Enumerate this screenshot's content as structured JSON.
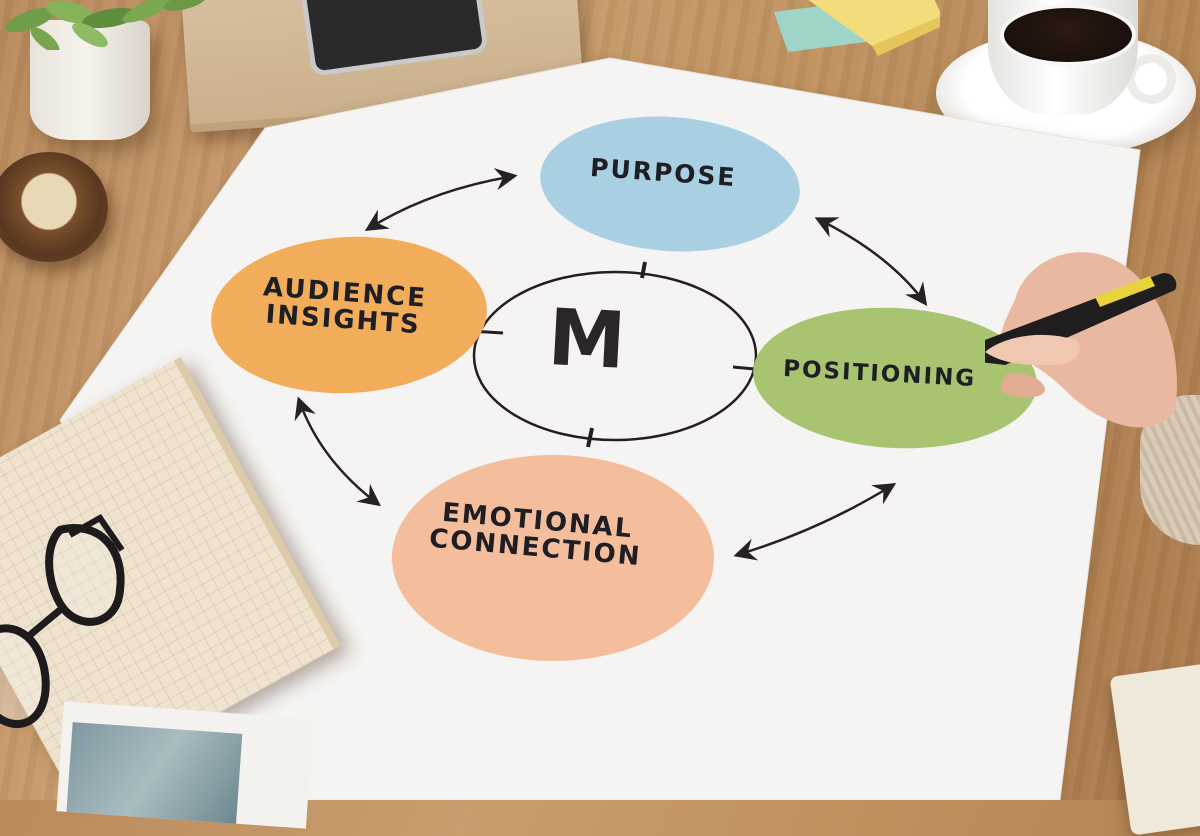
{
  "scene": {
    "description": "Marketing strategy diagram drawn on a large paper sheet on a wooden desk",
    "colors": {
      "desk": "#c49767",
      "paper": "#f5f4f2",
      "purpose": "#a9cfe3",
      "audience": "#f2ad5a",
      "positioning": "#a8c470",
      "emotional": "#f4bd9c",
      "ink": "#231f20"
    }
  },
  "diagram": {
    "center": {
      "label": "M"
    },
    "nodes": [
      {
        "id": "purpose",
        "label": "PURPOSE"
      },
      {
        "id": "audience",
        "label_line1": "AUDIENCE",
        "label_line2": "INSIGHTS"
      },
      {
        "id": "positioning",
        "label": "POSITIONING"
      },
      {
        "id": "emotional",
        "label_line1": "EMOTIONAL",
        "label_line2": "CONNECTION"
      }
    ],
    "arrows": [
      {
        "from": "audience",
        "to": "purpose",
        "type": "double-headed"
      },
      {
        "from": "purpose",
        "to": "positioning",
        "type": "double-headed"
      },
      {
        "from": "positioning",
        "to": "emotional",
        "type": "double-headed"
      },
      {
        "from": "emotional",
        "to": "audience",
        "type": "double-headed"
      }
    ]
  }
}
